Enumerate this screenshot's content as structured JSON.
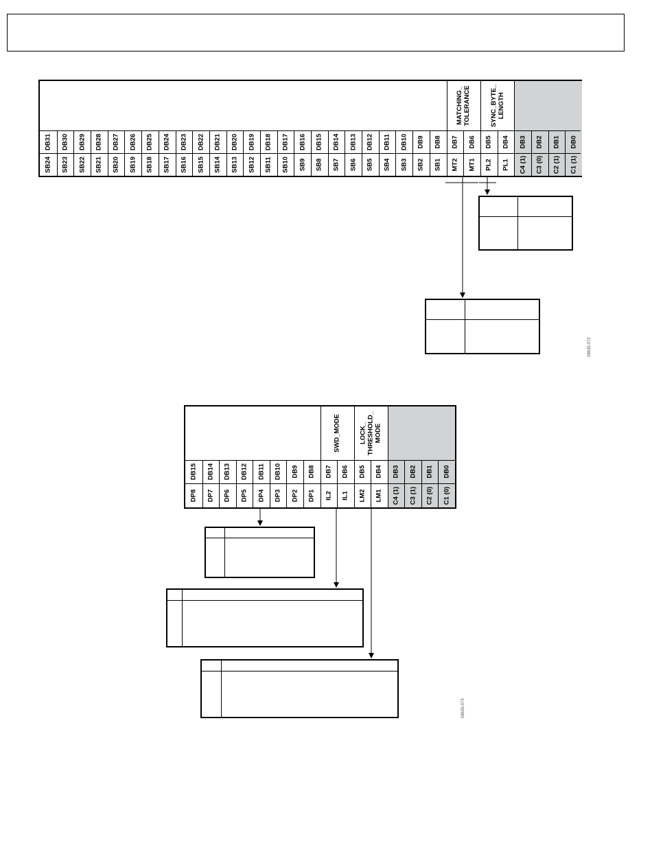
{
  "register1": {
    "fields": [
      {
        "label": "MATCHING_\nTOLERANCE"
      },
      {
        "label": "SYNC_BYTE_\nLENGTH"
      }
    ],
    "db_row": [
      "DB31",
      "DB30",
      "DB29",
      "DB28",
      "DB27",
      "DB26",
      "DB25",
      "DB24",
      "DB23",
      "DB22",
      "DB21",
      "DB20",
      "DB19",
      "DB18",
      "DB17",
      "DB16",
      "DB15",
      "DB14",
      "DB13",
      "DB12",
      "DB11",
      "DB10",
      "DB9",
      "DB8",
      "DB7",
      "DB6",
      "DB5",
      "DB4",
      "DB3",
      "DB2",
      "DB1",
      "DB0"
    ],
    "bit_row": [
      "SB24",
      "SB23",
      "SB22",
      "SB21",
      "SB20",
      "SB19",
      "SB18",
      "SB17",
      "SB16",
      "SB15",
      "SB14",
      "SB13",
      "SB12",
      "SB11",
      "SB10",
      "SB9",
      "SB8",
      "SB7",
      "SB6",
      "SB5",
      "SB4",
      "SB3",
      "SB2",
      "SB1",
      "MT2",
      "MT1",
      "PL2",
      "PL1",
      "C4 (1)",
      "C3 (0)",
      "C2 (1)",
      "C1 (1)"
    ],
    "figure_id": "08635-072"
  },
  "register2": {
    "fields": [
      {
        "label": "SWD_MODE"
      },
      {
        "label": "LOCK_\nTHRESHOLD_\nMODE"
      }
    ],
    "db_row": [
      "DB15",
      "DB14",
      "DB13",
      "DB12",
      "DB11",
      "DB10",
      "DB9",
      "DB8",
      "DB7",
      "DB6",
      "DB5",
      "DB4",
      "DB3",
      "DB2",
      "DB1",
      "DB0"
    ],
    "bit_row": [
      "DP8",
      "DP7",
      "DP6",
      "DP5",
      "DP4",
      "DP3",
      "DP2",
      "DP1",
      "IL2",
      "IL1",
      "LM2",
      "LM1",
      "C4 (1)",
      "C3 (1)",
      "C2 (0)",
      "C1 (0)"
    ],
    "figure_id": "08635-073"
  },
  "colors": {
    "shade": "#d1d3d4",
    "line": "#000000"
  }
}
